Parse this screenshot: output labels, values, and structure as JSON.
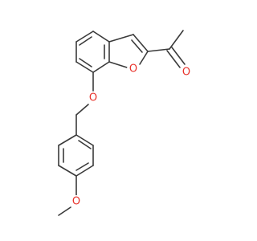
{
  "molecule": {
    "atoms": {
      "ring_oxygen": "O",
      "ketone_oxygen": "O",
      "ether_oxygen_benzyl": "O",
      "ether_oxygen_methoxy": "O"
    }
  },
  "colors": {
    "bond": "#3a3a3a",
    "oxygen": "#e8312a",
    "background": "#ffffff"
  }
}
